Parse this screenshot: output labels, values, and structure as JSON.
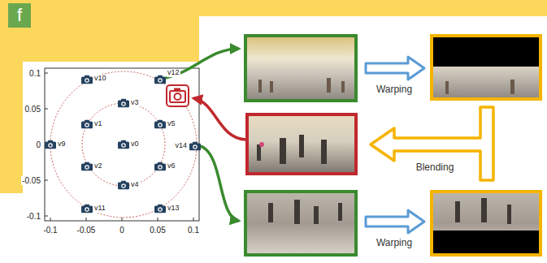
{
  "diagram": {
    "nodes": [
      {
        "text": [
          "f"
        ]
      }
    ],
    "labels": [
      "0.1",
      "0.05",
      "0",
      "-0.05",
      "-0.1",
      "-0.1",
      "-0.05",
      "0",
      "0.05",
      "0.1",
      "v10",
      "v12",
      "v3",
      "v1",
      "v5",
      "v9",
      "v0",
      "v14",
      "v2",
      "v6",
      "v4",
      "v11",
      "v13",
      "Warping",
      "Blending",
      "Warping"
    ]
  }
}
